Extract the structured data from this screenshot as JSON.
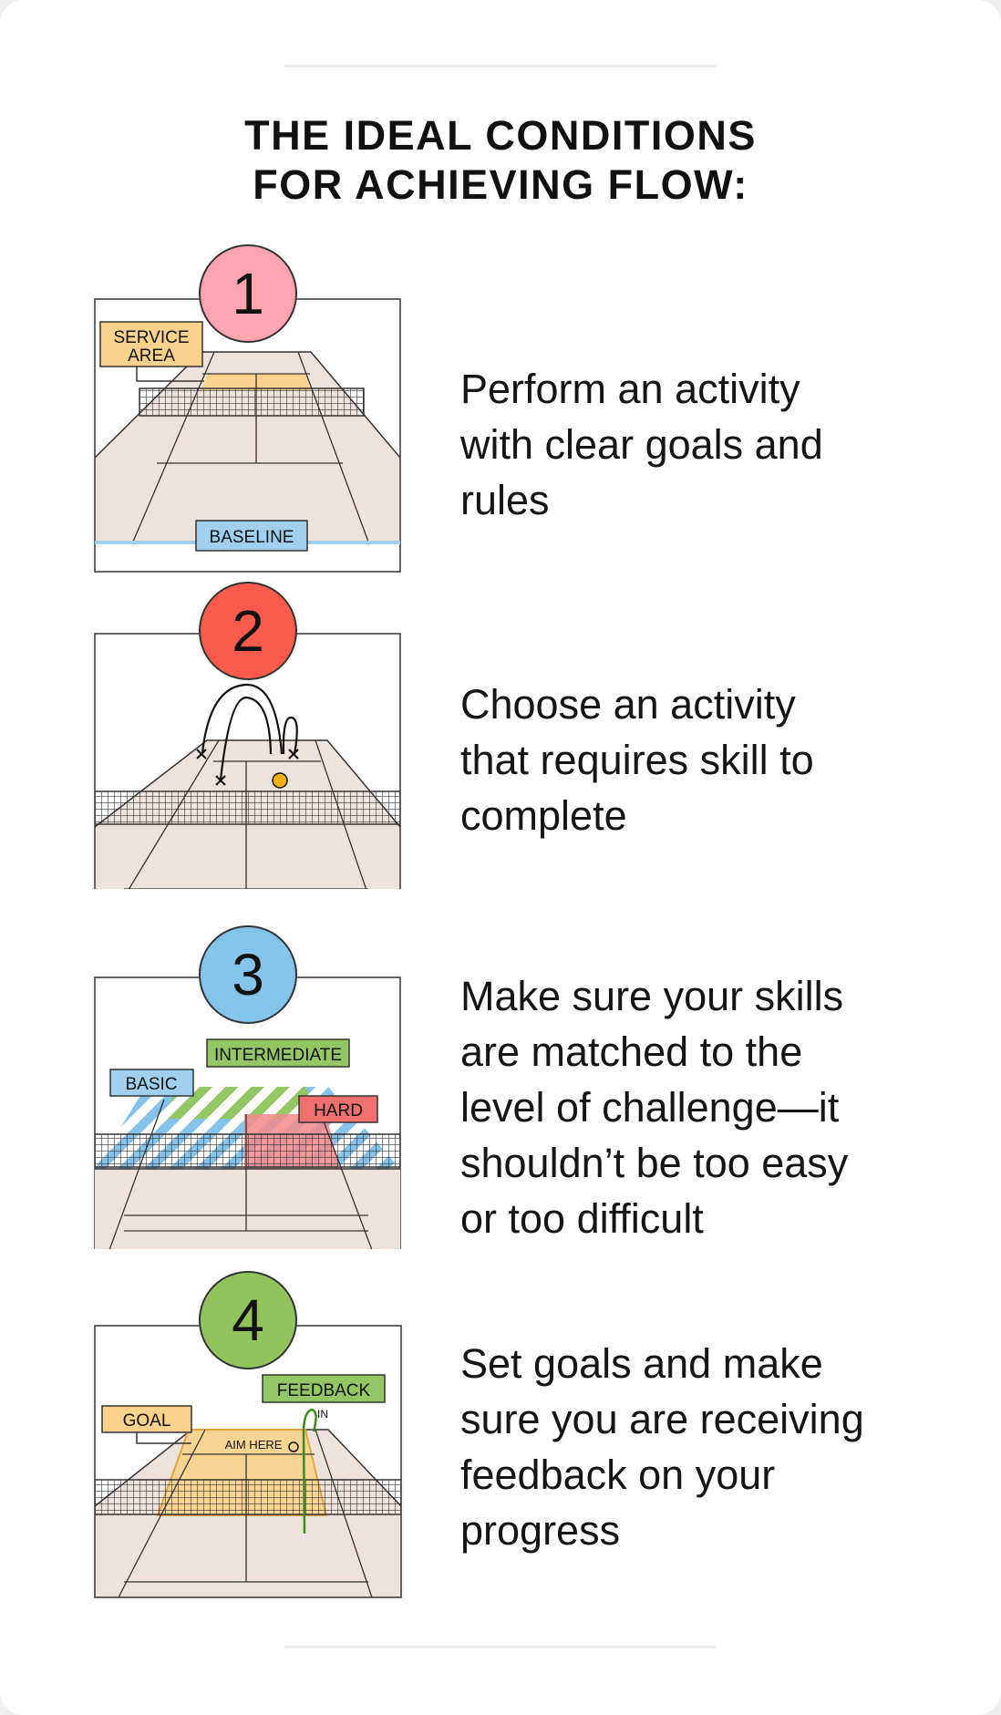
{
  "title": {
    "line1": "THE IDEAL CONDITIONS",
    "line2": "FOR ACHIEVING FLOW:"
  },
  "colors": {
    "court": "#ede3dc",
    "tag_orange": "#fbd28b",
    "tag_blue": "#9fd1ef",
    "tag_green": "#93c665",
    "tag_red": "#f07070",
    "step1": "#fca5ae",
    "step2": "#fa5b4c",
    "step3": "#85c4ea",
    "step4": "#92c35d"
  },
  "steps": [
    {
      "number": "1",
      "icon": "tennis-court-icon",
      "labels": {
        "service_line1": "SERVICE",
        "service_line2": "AREA",
        "baseline": "BASELINE"
      },
      "lines": [
        "Perform an activity",
        "with clear goals and",
        "rules"
      ]
    },
    {
      "number": "2",
      "icon": "ball-bounce-icon",
      "labels": {},
      "lines": [
        "Choose an activity",
        "that requires skill to",
        "complete"
      ]
    },
    {
      "number": "3",
      "icon": "difficulty-zones-icon",
      "labels": {
        "intermediate": "INTERMEDIATE",
        "basic": "BASIC",
        "hard": "HARD"
      },
      "lines": [
        "Make sure your skills",
        "are matched to the",
        "level of challenge—it",
        "shouldn’t be too easy",
        "or too difficult"
      ]
    },
    {
      "number": "4",
      "icon": "target-feedback-icon",
      "labels": {
        "feedback": "FEEDBACK",
        "goal": "GOAL",
        "aim": "AIM HERE",
        "in": "IN"
      },
      "lines": [
        "Set goals and make",
        "sure you are receiving",
        "feedback on your",
        "progress"
      ]
    }
  ]
}
